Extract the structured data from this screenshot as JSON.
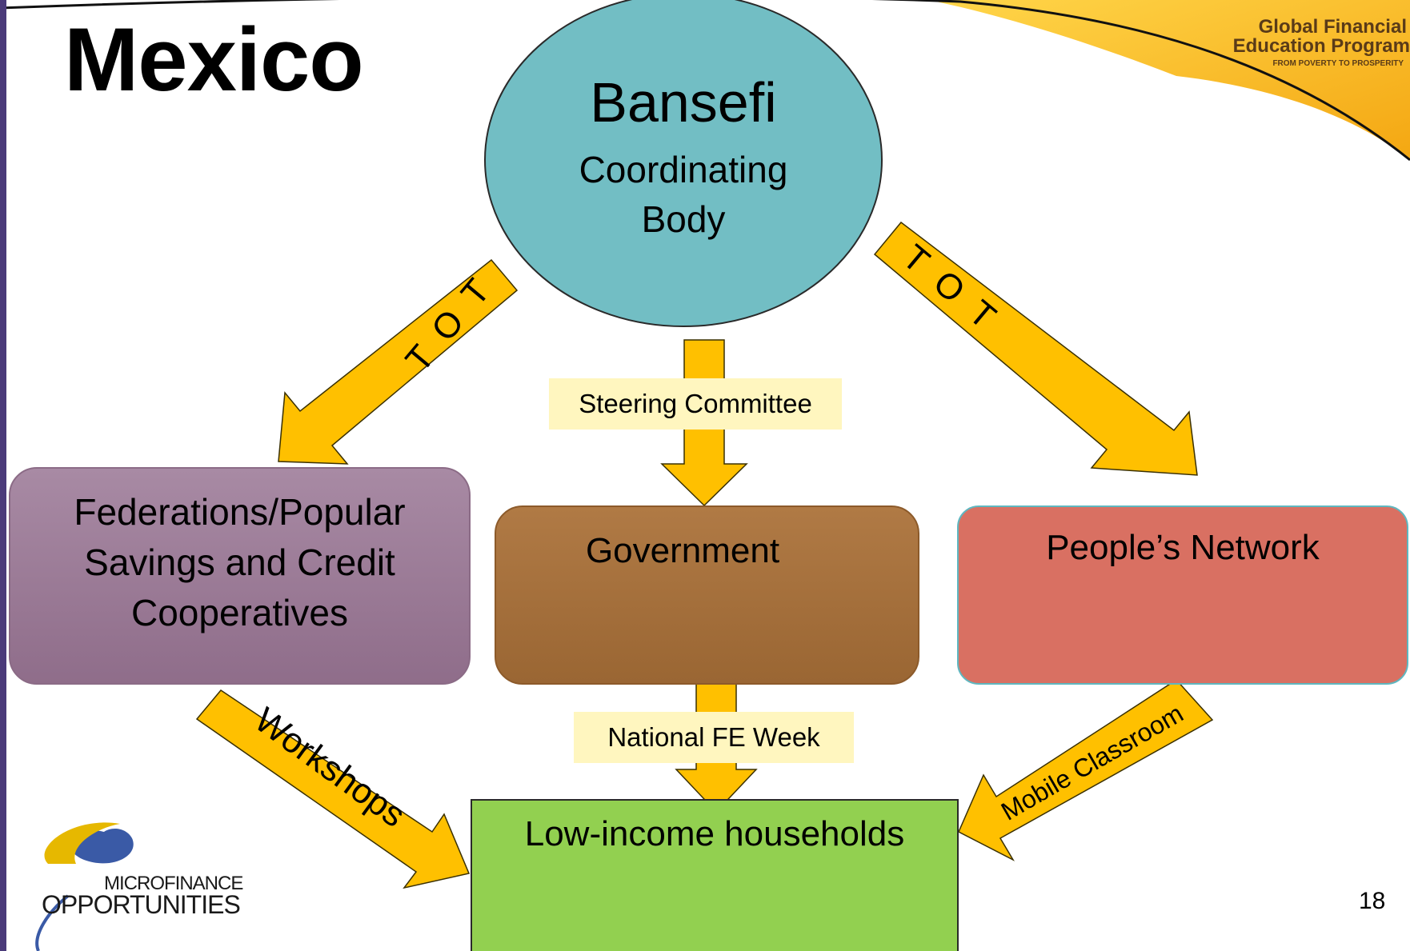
{
  "slide": {
    "title": "Mexico",
    "page_number": "18"
  },
  "brand": {
    "line1": "Global Financial",
    "line2": "Education Program",
    "line3": "FROM POVERTY TO PROSPERITY",
    "logo_line1": "MICROFINANCE",
    "logo_line2": "OPPORTUNITIES"
  },
  "nodes": {
    "bansefi": {
      "title": "Bansefi",
      "subtitle_1": "Coordinating",
      "subtitle_2": "Body",
      "color": "#72bec4"
    },
    "federations": {
      "line1": "Federations/Popular",
      "line2": "Savings and Credit",
      "line3": "Cooperatives",
      "color": "#9b7a96"
    },
    "government": {
      "label": "Government",
      "color": "#a6703b"
    },
    "peoples_network": {
      "label": "People’s Network",
      "color": "#d97062"
    },
    "households": {
      "label": "Low-income households",
      "color": "#92d050"
    }
  },
  "edges": {
    "tot_left": "T O T",
    "tot_right": "T O T",
    "steering_committee": "Steering Committee",
    "national_fe_week": "National FE Week",
    "workshops": "Workshops",
    "mobile_classroom": "Mobile Classroom"
  },
  "colors": {
    "arrow_fill": "#ffc000",
    "arrow_stroke": "#3a3000",
    "label_bg": "#fff6bf"
  }
}
